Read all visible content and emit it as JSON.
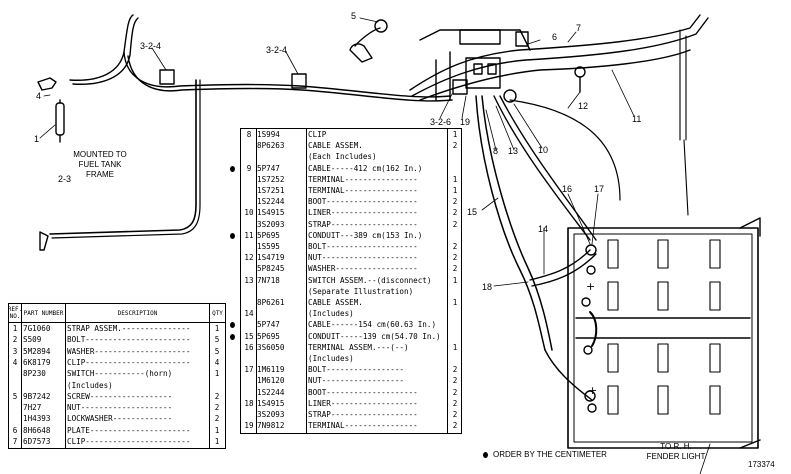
{
  "callouts": {
    "c1": "1",
    "c2_3": "2-3",
    "c3_2_4_left": "3-2-4",
    "c3_2_4_mid": "3-2-4",
    "c4": "4",
    "c5": "5",
    "c6": "6",
    "c7": "7",
    "c3_2_6": "3-2-6",
    "c19": "19",
    "c8": "8",
    "c13": "13",
    "c10": "10",
    "c11": "11",
    "c12": "12",
    "c15": "15",
    "c16": "16",
    "c17": "17",
    "c14": "14",
    "c18": "18"
  },
  "notes": {
    "mount": "MOUNTED TO\nFUEL TANK\nFRAME",
    "fender": "TO R. H.\nFENDER LIGHT",
    "order": "ORDER BY THE CENTIMETER",
    "figure": "173374"
  },
  "main_table": {
    "rows": [
      {
        "ref": "8",
        "pn": "1S994",
        "desc": "CLIP",
        "qty": "1",
        "dot": false
      },
      {
        "ref": "",
        "pn": "8P6263",
        "desc": "CABLE ASSEM.",
        "qty": "2",
        "dot": false
      },
      {
        "ref": "",
        "pn": "",
        "desc": "(Each Includes)",
        "qty": "",
        "dot": false
      },
      {
        "ref": "9",
        "pn": "5P747",
        "desc": "CABLE-----412 cm(162 In.)",
        "qty": "",
        "dot": true
      },
      {
        "ref": "",
        "pn": "1S7252",
        "desc": "TERMINAL----------------",
        "qty": "1",
        "dot": false
      },
      {
        "ref": "",
        "pn": "1S7251",
        "desc": "TERMINAL----------------",
        "qty": "1",
        "dot": false
      },
      {
        "ref": "",
        "pn": "1S2244",
        "desc": "BOOT--------------------",
        "qty": "2",
        "dot": false
      },
      {
        "ref": "10",
        "pn": "1S4915",
        "desc": "LINER-------------------",
        "qty": "2",
        "dot": false
      },
      {
        "ref": "",
        "pn": "3S2093",
        "desc": "STRAP-------------------",
        "qty": "2",
        "dot": false
      },
      {
        "ref": "11",
        "pn": "5P695",
        "desc": "CONDUIT---389 cm(153 In.)",
        "qty": "",
        "dot": true
      },
      {
        "ref": "",
        "pn": "1S595",
        "desc": "BOLT--------------------",
        "qty": "2",
        "dot": false
      },
      {
        "ref": "12",
        "pn": "1S4719",
        "desc": "NUT---------------------",
        "qty": "2",
        "dot": false
      },
      {
        "ref": "",
        "pn": "5P8245",
        "desc": "WASHER------------------",
        "qty": "2",
        "dot": false
      },
      {
        "ref": "13",
        "pn": "7N718",
        "desc": "SWITCH ASSEM.--(disconnect)",
        "qty": "1",
        "dot": false
      },
      {
        "ref": "",
        "pn": "",
        "desc": "(Separate Illustration)",
        "qty": "",
        "dot": false
      },
      {
        "ref": "",
        "pn": "8P6261",
        "desc": "CABLE ASSEM.",
        "qty": "1",
        "dot": false
      },
      {
        "ref": "14",
        "pn": "",
        "desc": "(Includes)",
        "qty": "",
        "dot": false
      },
      {
        "ref": "",
        "pn": "5P747",
        "desc": "CABLE------154 cm(60.63 In.)",
        "qty": "",
        "dot": true
      },
      {
        "ref": "15",
        "pn": "5P695",
        "desc": "CONDUIT-----139 cm(54.70 In.)",
        "qty": "",
        "dot": true
      },
      {
        "ref": "16",
        "pn": "3S6050",
        "desc": "TERMINAL ASSEM.---(--)",
        "qty": "1",
        "dot": false
      },
      {
        "ref": "",
        "pn": "",
        "desc": "(Includes)",
        "qty": "",
        "dot": false
      },
      {
        "ref": "17",
        "pn": "1M6119",
        "desc": "BOLT-----------------",
        "qty": "2",
        "dot": false
      },
      {
        "ref": "",
        "pn": "1M6120",
        "desc": "NUT------------------",
        "qty": "2",
        "dot": false
      },
      {
        "ref": "",
        "pn": "1S2244",
        "desc": "BOOT--------------------",
        "qty": "2",
        "dot": false
      },
      {
        "ref": "18",
        "pn": "1S4915",
        "desc": "LINER-------------------",
        "qty": "2",
        "dot": false
      },
      {
        "ref": "",
        "pn": "3S2093",
        "desc": "STRAP-------------------",
        "qty": "2",
        "dot": false
      },
      {
        "ref": "19",
        "pn": "7N9812",
        "desc": "TERMINAL----------------",
        "qty": "2",
        "dot": false
      }
    ]
  },
  "small_table": {
    "headers": {
      "ref": "REF. NO.",
      "pn": "PART NUMBER",
      "desc": "DESCRIPTION",
      "qty": "QTY"
    },
    "rows": [
      {
        "ref": "1",
        "pn": "7G1060",
        "desc": "STRAP ASSEM.---------------",
        "qty": "1"
      },
      {
        "ref": "2",
        "pn": "S509",
        "desc": "BOLT-----------------------",
        "qty": "5"
      },
      {
        "ref": "3",
        "pn": "5M2894",
        "desc": "WASHER---------------------",
        "qty": "5"
      },
      {
        "ref": "4",
        "pn": "6K8179",
        "desc": "CLIP-----------------------",
        "qty": "4"
      },
      {
        "ref": "",
        "pn": "8P230",
        "desc": "SWITCH-----------(horn)",
        "qty": "1"
      },
      {
        "ref": "",
        "pn": "",
        "desc": "(Includes)",
        "qty": ""
      },
      {
        "ref": "5",
        "pn": "9B7242",
        "desc": "SCREW------------------",
        "qty": "2"
      },
      {
        "ref": "",
        "pn": "7H27",
        "desc": "NUT--------------------",
        "qty": "2"
      },
      {
        "ref": "",
        "pn": "1H4393",
        "desc": "LOCKWASHER-------------",
        "qty": "2"
      },
      {
        "ref": "6",
        "pn": "8H6648",
        "desc": "PLATE----------------------",
        "qty": "1"
      },
      {
        "ref": "7",
        "pn": "6D7573",
        "desc": "CLIP-----------------------",
        "qty": "1"
      }
    ]
  }
}
